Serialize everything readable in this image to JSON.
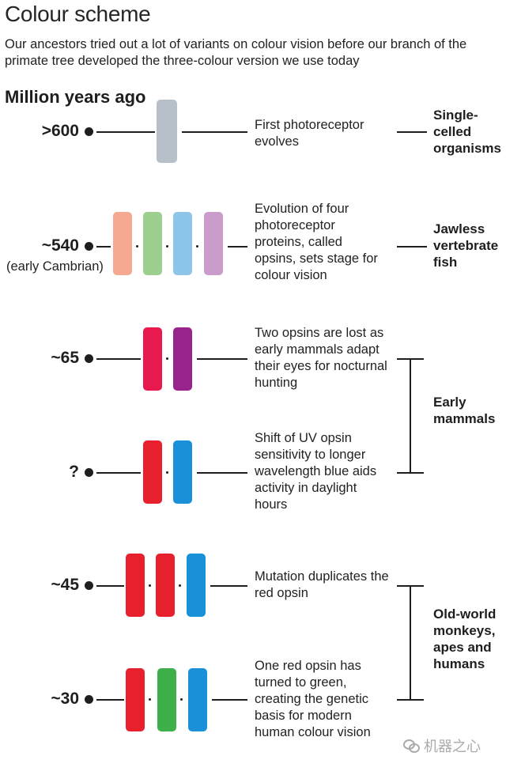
{
  "header": {
    "title": "Colour scheme",
    "subtitle": "Our ancestors tried out a lot of variants on colour vision before our branch of the primate tree developed the three-colour version we use today",
    "axis_title": "Million years ago"
  },
  "stages": [
    {
      "time": ">600",
      "note": "",
      "description": "First photoreceptor evolves",
      "opsins": [
        "#b7c0c8"
      ]
    },
    {
      "time": "~540",
      "note": "(early Cambrian)",
      "description": "Evolution of four photoreceptor proteins, called opsins, sets stage for colour vision",
      "opsins": [
        "#f5a991",
        "#9dcf8f",
        "#8ec6ea",
        "#c99ccc"
      ]
    },
    {
      "time": "~65",
      "note": "",
      "description": "Two opsins are lost as early mammals adapt their eyes for nocturnal hunting",
      "opsins": [
        "#e8194f",
        "#99238d"
      ]
    },
    {
      "time": "?",
      "note": "",
      "description": "Shift of UV opsin sensitivity to longer wavelength blue aids activity in daylight hours",
      "opsins": [
        "#e8202e",
        "#1a90d8"
      ]
    },
    {
      "time": "~45",
      "note": "",
      "description": "Mutation duplicates the red opsin",
      "opsins": [
        "#e8202e",
        "#e8202e",
        "#1a90d8"
      ]
    },
    {
      "time": "~30",
      "note": "",
      "description": "One red opsin has turned to green, creating the genetic basis for modern human colour vision",
      "opsins": [
        "#e8202e",
        "#3db04a",
        "#1a90d8"
      ]
    }
  ],
  "groups": {
    "single": "Single-celled organisms",
    "jawless": "Jawless vertebrate fish",
    "early_mammals": "Early mammals",
    "old_world": "Old-world monkeys, apes and humans"
  },
  "watermark": "机器之心"
}
